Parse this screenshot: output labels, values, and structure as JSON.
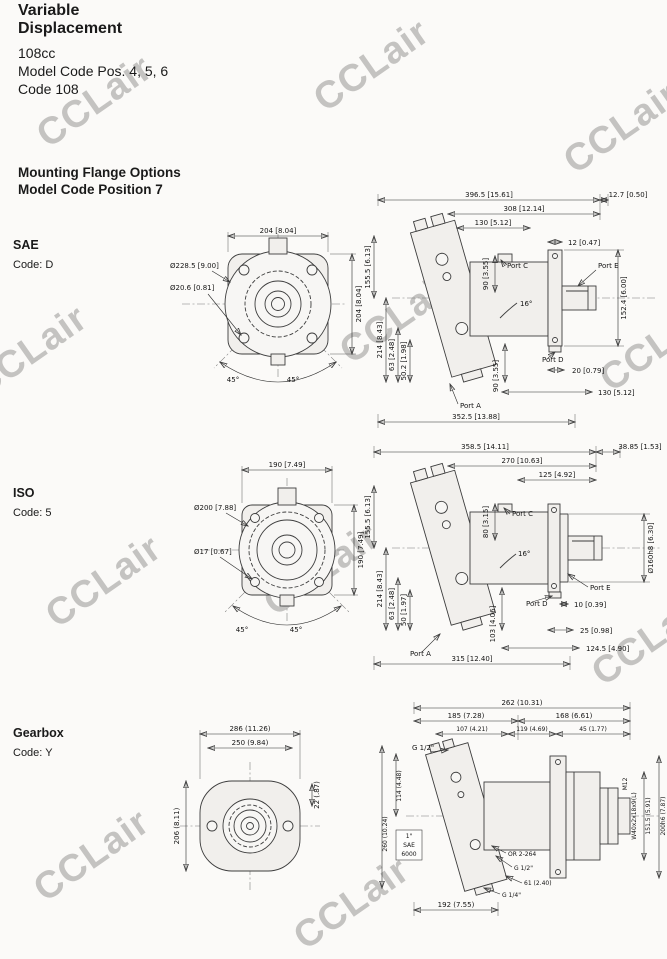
{
  "wm": "CCLair",
  "header": {
    "t1": "Variable",
    "t2": "Displacement",
    "s1": "108cc",
    "s2": "Model Code Pos. 4, 5, 6",
    "s3": "Code 108"
  },
  "section": {
    "l1": "Mounting Flange Options",
    "l2": "Model Code Position 7"
  },
  "sae": {
    "name": "SAE",
    "code": "Code: D",
    "front": {
      "w": "204 [8.04]",
      "h": "204 [8.04]",
      "pilot": "Ø228.5 [9.00]",
      "hole": "Ø20.6 [0.81]",
      "a1": "45°",
      "a2": "45°"
    },
    "side": {
      "L1": "396.5 [15.61]",
      "L1b": "12.7 [0.50]",
      "L2": "308 [12.14]",
      "L3": "130 [5.12]",
      "L4": "12 [0.47]",
      "v90": "90 [3.55]",
      "portC": "Port C",
      "portE": "Port E",
      "h155": "155.5 [6.13]",
      "h214": "214 [8.43]",
      "h63": "63 [2.48]",
      "h50": "50.2 [1.98]",
      "ang": "16°",
      "portD": "Port D",
      "v152": "152.4 [6.00]",
      "d20": "20 [0.79]",
      "d130": "130 [5.12]",
      "v90b": "90 [3.55]",
      "portA": "Port A",
      "Lb": "352.5 [13.88]"
    }
  },
  "iso": {
    "name": "ISO",
    "code": "Code: 5",
    "front": {
      "w": "190 [7.49]",
      "h": "190 [7.49]",
      "pilot": "Ø200 [7.88]",
      "hole": "Ø17 [0.67]",
      "a1": "45°",
      "a2": "45°"
    },
    "side": {
      "L1": "358.5 [14.11]",
      "L1b": "38.85 [1.53]",
      "L2": "270 [10.63]",
      "L3": "125 [4.92]",
      "v80": "80 [3.15]",
      "portC": "Port C",
      "pilotD": "Ø160h8 [6.30]",
      "h155": "155.5 [6.13]",
      "h214": "214 [8.43]",
      "h63": "63 [2.48]",
      "h50": "50 [1.97]",
      "ang": "16°",
      "portE": "Port E",
      "portD": "Port D",
      "d10": "10 [0.39]",
      "d25": "25 [0.98]",
      "v103": "103 [4.06]",
      "d124": "124.5 [4.90]",
      "Lb": "315 [12.40]",
      "portA": "Port A"
    }
  },
  "gb": {
    "name": "Gearbox",
    "code": "Code: Y",
    "front": {
      "w1": "286 (11.26)",
      "w2": "250 (9.84)",
      "hr": "22 (.87)",
      "hl": "206 (8.11)"
    },
    "side": {
      "L1": "262 (10.31)",
      "L2a": "185 (7.28)",
      "L2b": "168 (6.61)",
      "L3a": "107 (4.21)",
      "L3b": "119 (4.69)",
      "L3c": "45 (1.77)",
      "g12t": "G 1/2\"",
      "sae1": "1\"",
      "sae2": "SAE",
      "sae3": "6000",
      "h114": "114 (4.48)",
      "h260": "260 (10.24)",
      "m12": "M12",
      "spline": "W40x2x18x9(L)",
      "h151": "151.5 (5.91)",
      "h200": "200h6 (7.87)",
      "oring": "OR 2-264",
      "g12b": "G 1/2\"",
      "d61": "61 (2.40)",
      "g14": "G 1/4\"",
      "Lb": "192 (7.55)"
    }
  }
}
